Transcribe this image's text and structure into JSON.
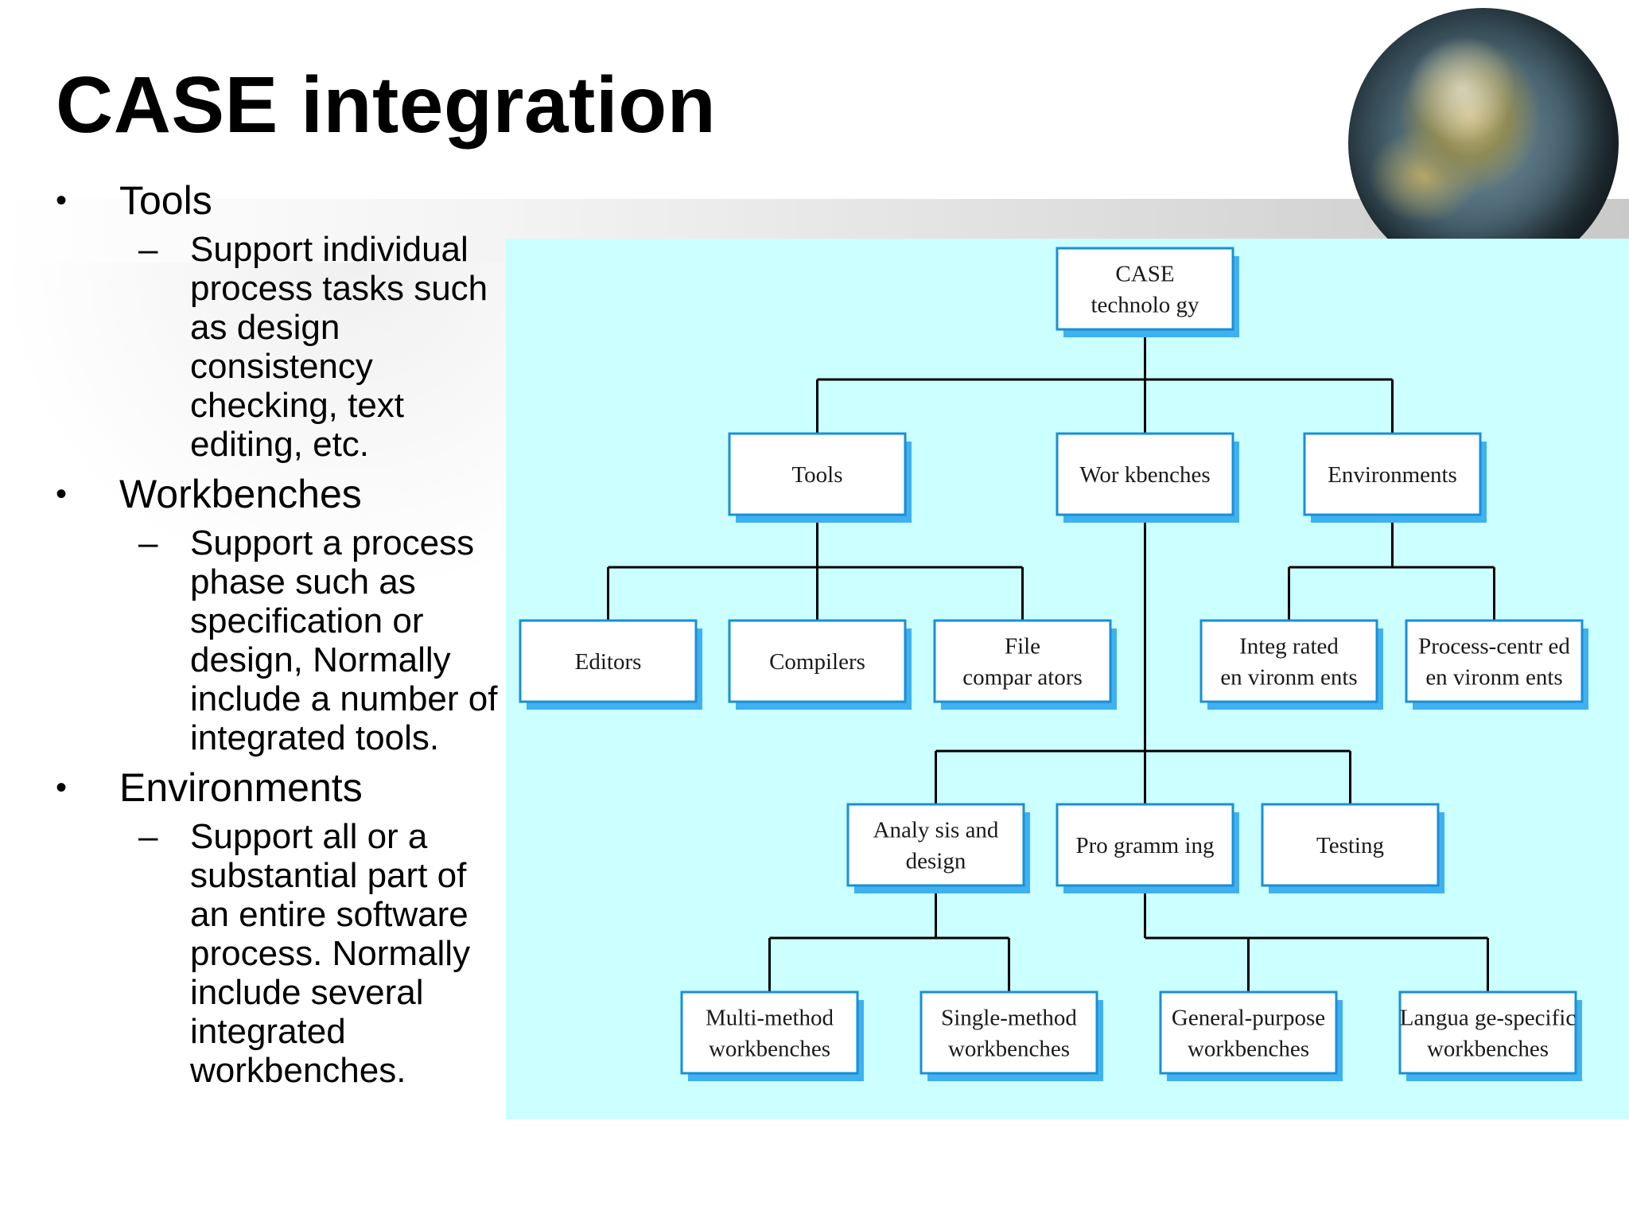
{
  "slide": {
    "title": "CASE integration",
    "bullets": [
      {
        "label": "Tools",
        "sub": "Support individual process tasks such as design consistency checking, text editing, etc."
      },
      {
        "label": "Workbenches",
        "sub": "Support a process phase such as specification or design, Normally include a number of integrated tools."
      },
      {
        "label": "Environments",
        "sub": "Support all or a substantial part of an entire software process. Normally include several integrated workbenches."
      }
    ],
    "bullet_symbol": "•",
    "sub_symbol": "–"
  },
  "diagram": {
    "nodes": [
      {
        "id": "root",
        "lines": [
          "CASE",
          "technolo gy"
        ]
      },
      {
        "id": "tools",
        "lines": [
          "Tools"
        ]
      },
      {
        "id": "workbenches",
        "lines": [
          "Wor kbenches"
        ]
      },
      {
        "id": "environments",
        "lines": [
          "Environments"
        ]
      },
      {
        "id": "editors",
        "lines": [
          "Editors"
        ]
      },
      {
        "id": "compilers",
        "lines": [
          "Compilers"
        ]
      },
      {
        "id": "file-comparators",
        "lines": [
          "File",
          "compar ators"
        ]
      },
      {
        "id": "integrated-environments",
        "lines": [
          "Integ rated",
          "en vironm ents"
        ]
      },
      {
        "id": "process-centred-environments",
        "lines": [
          "Process-centr ed",
          "en vironm ents"
        ]
      },
      {
        "id": "analysis-design",
        "lines": [
          "Analy sis and",
          "design"
        ]
      },
      {
        "id": "programming",
        "lines": [
          "Pro gramm ing"
        ]
      },
      {
        "id": "testing",
        "lines": [
          "Testing"
        ]
      },
      {
        "id": "multi-method",
        "lines": [
          "Multi-method",
          "workbenches"
        ]
      },
      {
        "id": "single-method",
        "lines": [
          "Single-method",
          "workbenches"
        ]
      },
      {
        "id": "general-purpose",
        "lines": [
          "General-purpose",
          "workbenches"
        ]
      },
      {
        "id": "language-specific",
        "lines": [
          "Langua ge-specific",
          "workbenches"
        ]
      }
    ],
    "edges": [
      [
        "root",
        "tools"
      ],
      [
        "root",
        "workbenches"
      ],
      [
        "root",
        "environments"
      ],
      [
        "tools",
        "editors"
      ],
      [
        "tools",
        "compilers"
      ],
      [
        "tools",
        "file-comparators"
      ],
      [
        "environments",
        "integrated-environments"
      ],
      [
        "environments",
        "process-centred-environments"
      ],
      [
        "workbenches",
        "analysis-design"
      ],
      [
        "workbenches",
        "programming"
      ],
      [
        "workbenches",
        "testing"
      ],
      [
        "analysis-design",
        "multi-method"
      ],
      [
        "analysis-design",
        "single-method"
      ],
      [
        "programming",
        "general-purpose"
      ],
      [
        "programming",
        "language-specific"
      ]
    ],
    "colors": {
      "background": "#ccffff",
      "box_border": "#1a8fd6",
      "box_shadow": "#3fb0f0",
      "box_fill": "#ffffff",
      "line": "#000000"
    }
  }
}
